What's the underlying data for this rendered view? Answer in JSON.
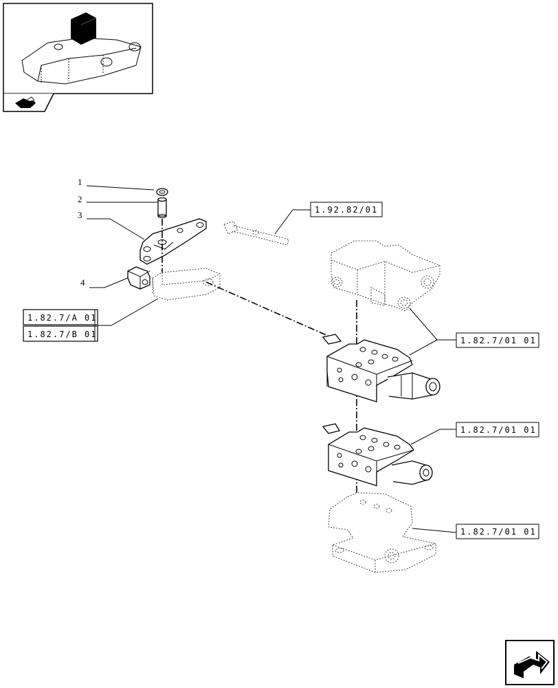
{
  "callouts": {
    "item1": "1",
    "item2": "2",
    "item3": "3",
    "item4": "4"
  },
  "references": {
    "ref_top": "1.92.82/01",
    "ref_a": "1.82.7/A 01",
    "ref_b": "1.82.7/B 01",
    "ref_valve1": "1.82.7/01 01",
    "ref_valve2": "1.82.7/01 01",
    "ref_valve3": "1.82.7/01 01"
  },
  "icons": {
    "thumbnail": "tractor-lift-cover-thumbnail",
    "nav": "catalogue-nav-icon",
    "next_page": "next-page-arrow-icon"
  }
}
